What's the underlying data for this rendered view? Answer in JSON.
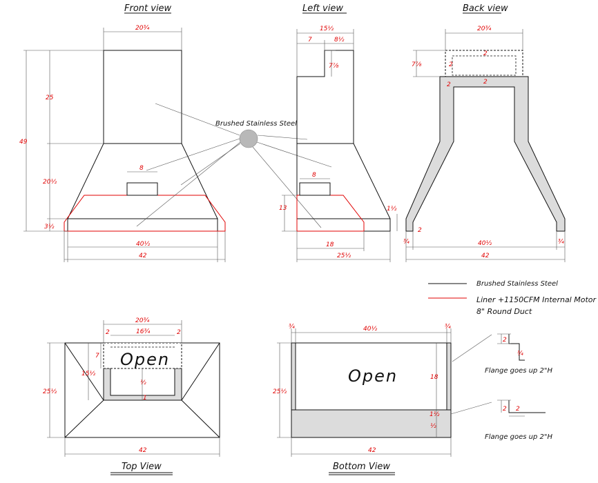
{
  "views": {
    "front": {
      "title": "Front view",
      "w_top": "20¾",
      "h_upper": "25",
      "h_total": "49",
      "h_mid": "20½",
      "h_base": "3½",
      "liner_w": "8",
      "w_mid": "40½",
      "w_base": "42"
    },
    "left": {
      "title": "Left view",
      "w_top": "15½",
      "w_a": "7",
      "w_b": "8½",
      "h_step": "7⅞",
      "liner_w": "8",
      "h_liner": "13",
      "w_liner": "18",
      "w_base": "25½",
      "h_lip": "1½"
    },
    "back": {
      "title": "Back view",
      "w_top": "20¾",
      "h_top": "7⅞",
      "flange_a": "2",
      "flange_b": "2",
      "flange_c": "2",
      "flange_d": "2",
      "side_flange": "2",
      "lip_l": "¾",
      "lip_r": "¾",
      "w_mid": "40½",
      "w_base": "42"
    },
    "top": {
      "title": "Top View",
      "open_label": "Open",
      "w_top": "20¾",
      "w_inner": "16¾",
      "side_l": "2",
      "side_r": "2",
      "h_a": "7",
      "h_b": "15½",
      "h_c": "½",
      "h_d": "1",
      "h_total": "25½",
      "w_base": "42"
    },
    "bottom": {
      "title": "Bottom View",
      "open_label": "Open",
      "lip_l": "¾",
      "lip_r": "¾",
      "w_mid": "40½",
      "h_total": "25½",
      "h_side": "18",
      "h_a": "1½",
      "h_b": "½",
      "w_base": "42"
    }
  },
  "material_label": "Brushed Stainless Steel",
  "legend": {
    "steel": "Brushed Stainless Steel",
    "liner_1": "Liner +1150CFM Internal Motor",
    "liner_2": "8\" Round Duct",
    "steel_color": "#111111",
    "liner_color": "#e00000"
  },
  "flanges": {
    "top": {
      "label": "Flange goes up 2\"H",
      "dim_a": "2",
      "dim_b": "¾"
    },
    "bottom": {
      "label": "Flange goes up 2\"H",
      "dim_a": "2",
      "dim_b": "2"
    }
  }
}
